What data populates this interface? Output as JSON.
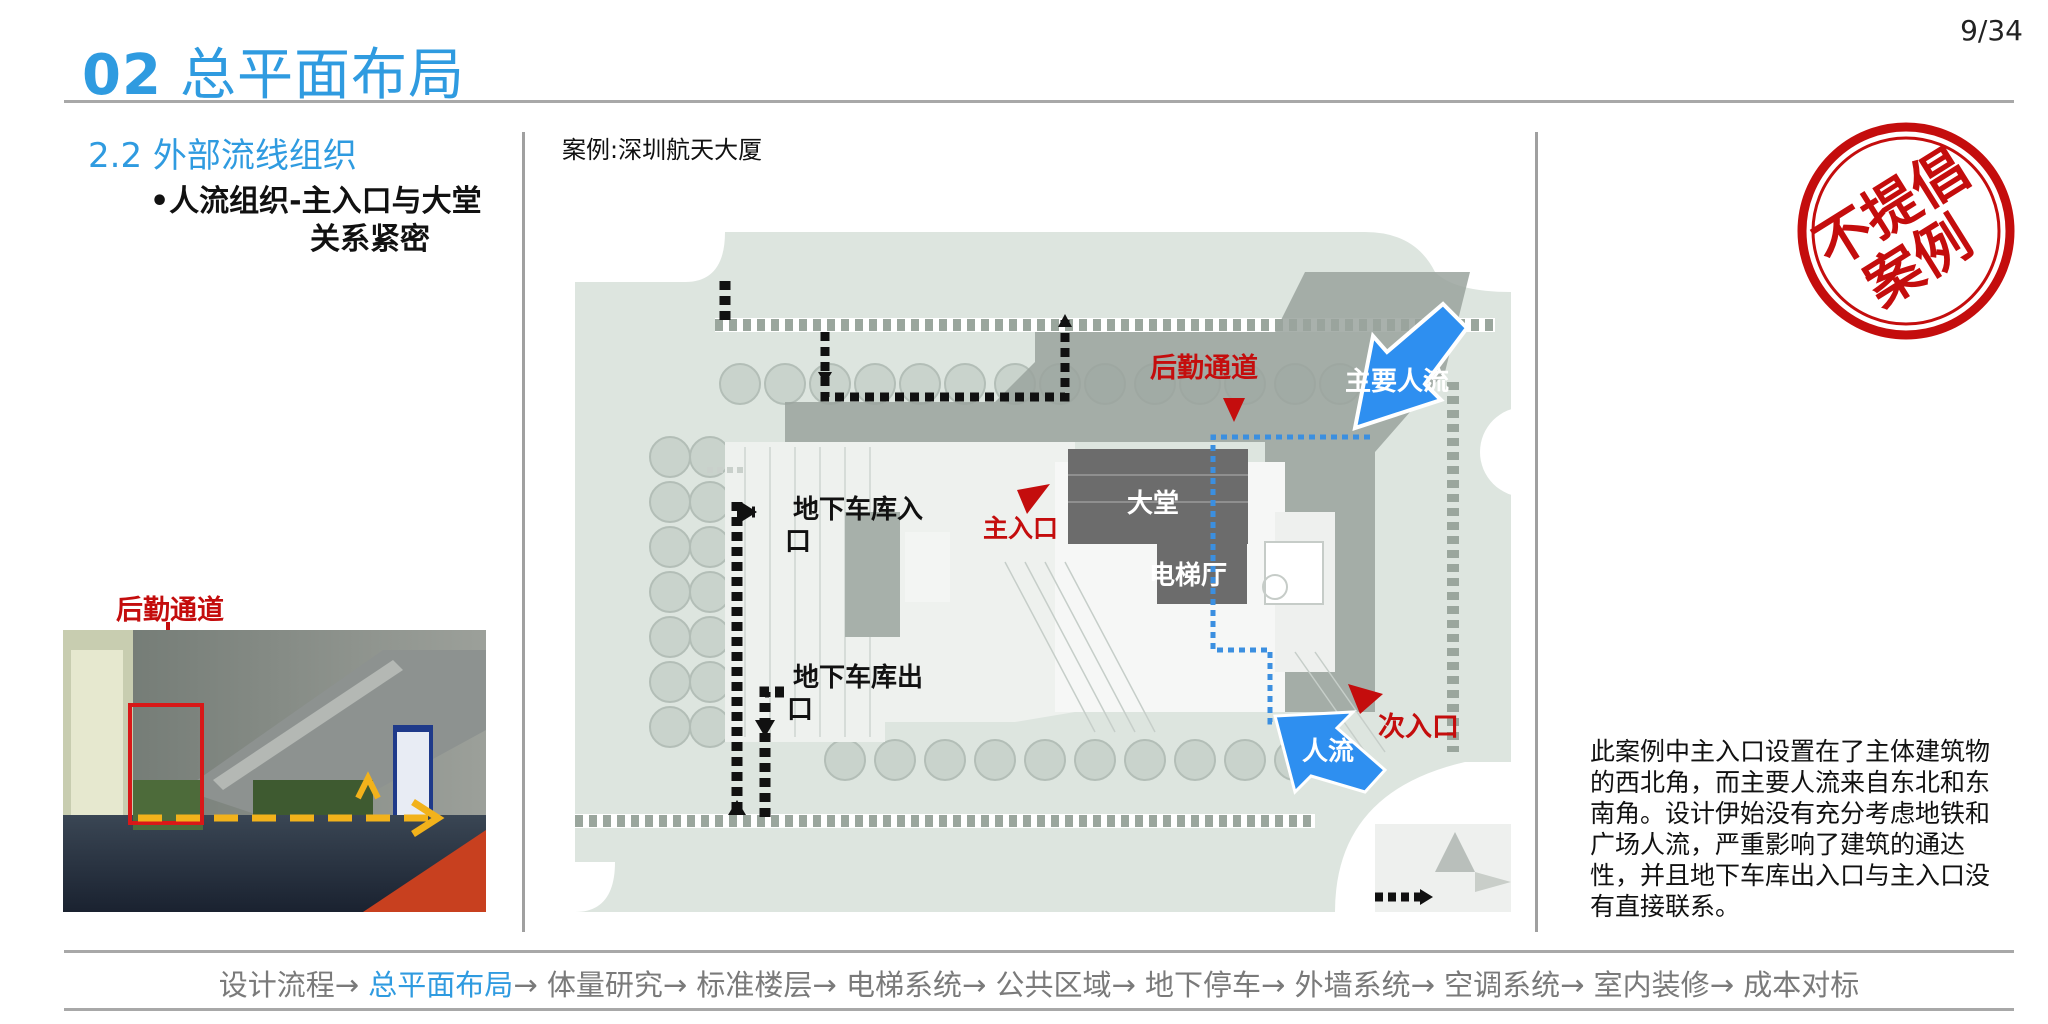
{
  "header": {
    "number": "02",
    "title": "总平面布局",
    "page": "9/34"
  },
  "section": {
    "title": "2.2  外部流线组织",
    "bullet_line1": "•人流组织-主入口与大堂",
    "bullet_line2": "关系紧密"
  },
  "photo": {
    "label": "后勤通道"
  },
  "case_label": "案例:深圳航天大厦",
  "plan_labels": {
    "logistics": "后勤通道",
    "main_flow": "主要人流",
    "lobby": "大堂",
    "main_entrance": "主入口",
    "elevator_hall": "电梯厅",
    "garage_in_1": "地下车库入",
    "garage_in_2": "口",
    "garage_out_1": "地下车库出",
    "garage_out_2": "口",
    "secondary_entrance": "次入口",
    "people_flow": "人流"
  },
  "stamp": {
    "line1": "不提倡",
    "line2": "案例"
  },
  "description": "此案例中主入口设置在了主体建筑物的西北角，而主要人流来自东北和东南角。设计伊始没有充分考虑地铁和广场人流，严重影响了建筑的通达性，并且地下车库出入口与主入口没有直接联系。",
  "footer_nav": [
    {
      "label": "设计流程",
      "active": false
    },
    {
      "label": "总平面布局",
      "active": true
    },
    {
      "label": "体量研究",
      "active": false
    },
    {
      "label": "标准楼层",
      "active": false
    },
    {
      "label": "电梯系统",
      "active": false
    },
    {
      "label": "公共区域",
      "active": false
    },
    {
      "label": "地下停车",
      "active": false
    },
    {
      "label": "外墙系统",
      "active": false
    },
    {
      "label": "空调系统",
      "active": false
    },
    {
      "label": "室内装修",
      "active": false
    },
    {
      "label": "成本对标",
      "active": false
    }
  ],
  "colors": {
    "accent": "#2f9be0",
    "red": "#c40d0d",
    "rule": "#a8a8a8"
  }
}
